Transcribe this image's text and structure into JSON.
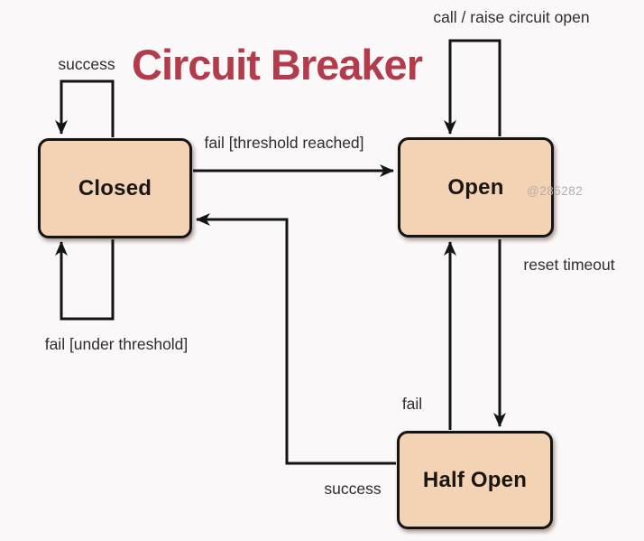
{
  "title": {
    "text": "Circuit Breaker",
    "color": "#b23c4b"
  },
  "watermark": {
    "text": "@285282",
    "color": "#b5aeac"
  },
  "colors": {
    "background": "#faf8f8",
    "state_fill": "#f4d3b5",
    "state_border": "#141414",
    "edge_line": "#141414",
    "label_text": "#2e2c2c"
  },
  "states": [
    {
      "id": "closed",
      "label": "Closed"
    },
    {
      "id": "open",
      "label": "Open"
    },
    {
      "id": "half-open",
      "label": "Half Open"
    }
  ],
  "edges": [
    {
      "id": "closed-self-success",
      "from": "closed",
      "to": "closed",
      "label": "success"
    },
    {
      "id": "closed-to-open-fail",
      "from": "closed",
      "to": "open",
      "label": "fail [threshold reached]"
    },
    {
      "id": "open-self-call",
      "from": "open",
      "to": "open",
      "label": "call / raise circuit open"
    },
    {
      "id": "open-to-half-open-reset",
      "from": "open",
      "to": "half-open",
      "label": "reset timeout"
    },
    {
      "id": "half-open-to-open-fail",
      "from": "half-open",
      "to": "open",
      "label": "fail"
    },
    {
      "id": "half-open-to-closed-success",
      "from": "half-open",
      "to": "closed",
      "label": "success"
    },
    {
      "id": "closed-self-fail",
      "from": "closed",
      "to": "closed",
      "label": "fail [under threshold]"
    }
  ]
}
